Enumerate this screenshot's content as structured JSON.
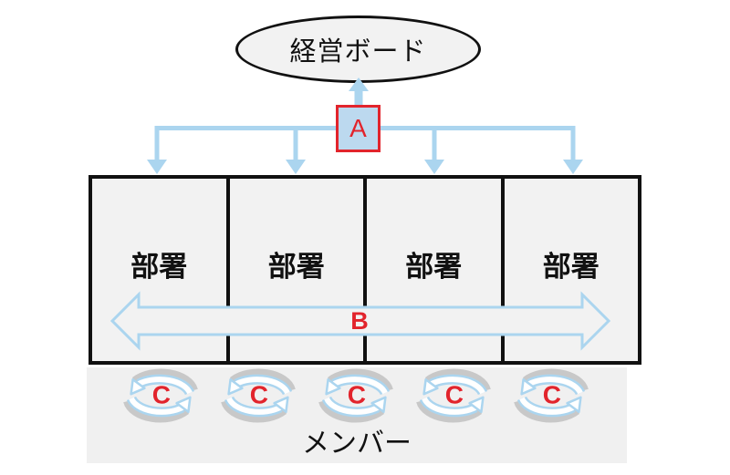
{
  "board": {
    "label": "経営ボード"
  },
  "link_a": {
    "label": "A"
  },
  "departments": [
    {
      "label": "部署"
    },
    {
      "label": "部署"
    },
    {
      "label": "部署"
    },
    {
      "label": "部署"
    }
  ],
  "link_b": {
    "label": "B"
  },
  "cycles": [
    {
      "label": "C"
    },
    {
      "label": "C"
    },
    {
      "label": "C"
    },
    {
      "label": "C"
    },
    {
      "label": "C"
    }
  ],
  "members": {
    "label": "メンバー"
  },
  "colors": {
    "connector_blue": "#ABD5EF",
    "accent_red": "#E2242C",
    "node_fill": "#F2F2F2",
    "link_a_fill": "#BCD9EF",
    "members_area_fill": "#F0F0F0",
    "cycle_shadow_gray": "#C8C8C8",
    "outline_black": "#111111"
  }
}
